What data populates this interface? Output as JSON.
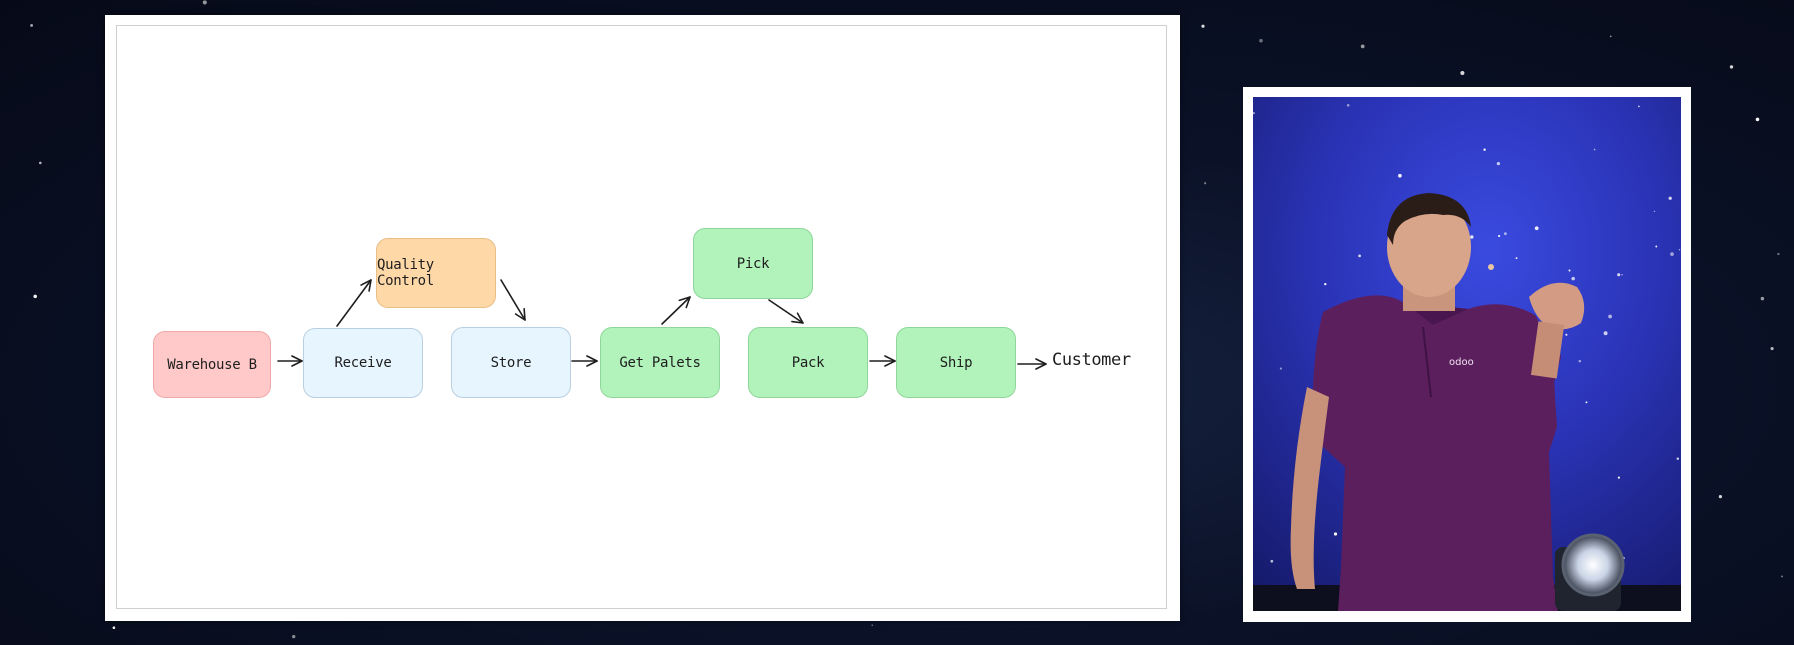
{
  "diagram": {
    "nodes": [
      {
        "id": "warehouse",
        "label": "Warehouse B",
        "fill": "#ffc9c9",
        "border": "#f0a8a8"
      },
      {
        "id": "receive",
        "label": "Receive",
        "fill": "#e7f5ff",
        "border": "#b9cfe0"
      },
      {
        "id": "quality",
        "label": "Quality Control",
        "fill": "#ffd8a8",
        "border": "#e9bd86"
      },
      {
        "id": "store",
        "label": "Store",
        "fill": "#e7f5ff",
        "border": "#b9cfe0"
      },
      {
        "id": "getpalets",
        "label": "Get Palets",
        "fill": "#b2f2bb",
        "border": "#8fd69a"
      },
      {
        "id": "pick",
        "label": "Pick",
        "fill": "#b2f2bb",
        "border": "#8fd69a"
      },
      {
        "id": "pack",
        "label": "Pack",
        "fill": "#b2f2bb",
        "border": "#8fd69a"
      },
      {
        "id": "ship",
        "label": "Ship",
        "fill": "#b2f2bb",
        "border": "#8fd69a"
      }
    ],
    "terminal": {
      "label": "Customer"
    },
    "edges": [
      [
        "warehouse",
        "receive"
      ],
      [
        "receive",
        "quality"
      ],
      [
        "quality",
        "store"
      ],
      [
        "store",
        "getpalets"
      ],
      [
        "getpalets",
        "pick"
      ],
      [
        "pick",
        "pack"
      ],
      [
        "pack",
        "ship"
      ],
      [
        "ship",
        "customer"
      ]
    ]
  },
  "video": {
    "shirt_logo": "odoo"
  }
}
